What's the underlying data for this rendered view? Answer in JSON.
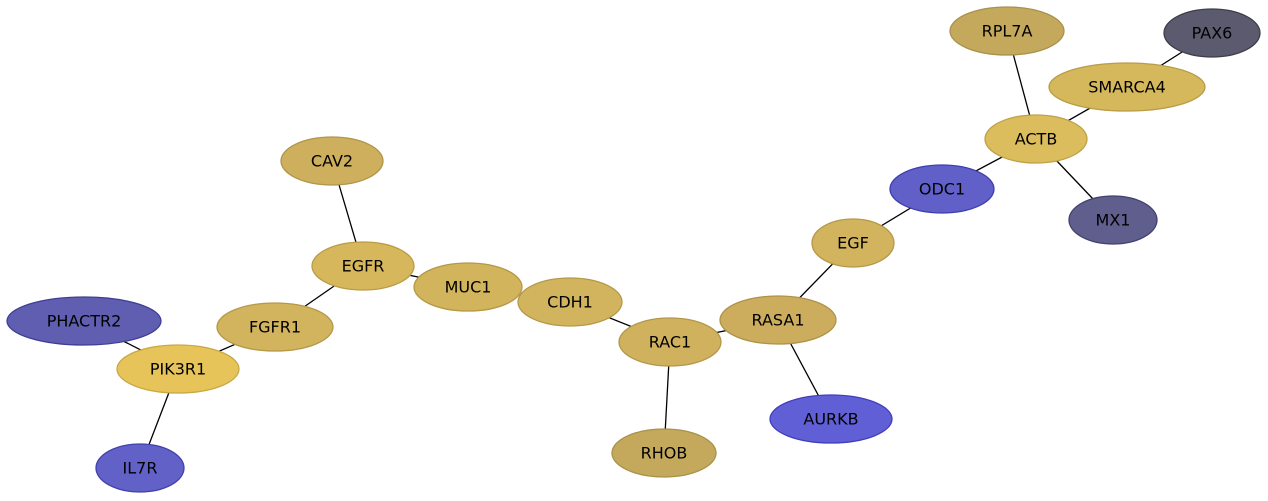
{
  "nodes": [
    {
      "id": "PAX6",
      "label": "PAX6",
      "fill": "#5c5a6e",
      "stroke": "#3e3d4a"
    },
    {
      "id": "RPL7A",
      "label": "RPL7A",
      "fill": "#c4a95c",
      "stroke": "#a89149"
    },
    {
      "id": "SMARCA4",
      "label": "SMARCA4",
      "fill": "#d5b85c",
      "stroke": "#b89c46"
    },
    {
      "id": "ACTB",
      "label": "ACTB",
      "fill": "#dbbd5e",
      "stroke": "#bfa148"
    },
    {
      "id": "ODC1",
      "label": "ODC1",
      "fill": "#6060c8",
      "stroke": "#3e3eb0"
    },
    {
      "id": "MX1",
      "label": "MX1",
      "fill": "#5f5e8c",
      "stroke": "#41406e"
    },
    {
      "id": "EGF",
      "label": "EGF",
      "fill": "#d2b45e",
      "stroke": "#b59848"
    },
    {
      "id": "CAV2",
      "label": "CAV2",
      "fill": "#cdaf5e",
      "stroke": "#b09448"
    },
    {
      "id": "EGFR",
      "label": "EGFR",
      "fill": "#d6b75c",
      "stroke": "#ba9b46"
    },
    {
      "id": "MUC1",
      "label": "MUC1",
      "fill": "#d2b45c",
      "stroke": "#b59846"
    },
    {
      "id": "CDH1",
      "label": "CDH1",
      "fill": "#d2b45e",
      "stroke": "#b59848"
    },
    {
      "id": "RASA1",
      "label": "RASA1",
      "fill": "#ccad5e",
      "stroke": "#af9248"
    },
    {
      "id": "PHACTR2",
      "label": "PHACTR2",
      "fill": "#5f5eb0",
      "stroke": "#3f3e96"
    },
    {
      "id": "FGFR1",
      "label": "FGFR1",
      "fill": "#d2b45e",
      "stroke": "#b59848"
    },
    {
      "id": "RAC1",
      "label": "RAC1",
      "fill": "#d0b25e",
      "stroke": "#b39648"
    },
    {
      "id": "PIK3R1",
      "label": "PIK3R1",
      "fill": "#e6c45a",
      "stroke": "#c9a844"
    },
    {
      "id": "AURKB",
      "label": "AURKB",
      "fill": "#615fd6",
      "stroke": "#403ebc"
    },
    {
      "id": "IL7R",
      "label": "IL7R",
      "fill": "#6261c8",
      "stroke": "#4040ae"
    },
    {
      "id": "RHOB",
      "label": "RHOB",
      "fill": "#c4a95c",
      "stroke": "#a89149"
    }
  ],
  "edges": [
    [
      "PAX6",
      "SMARCA4"
    ],
    [
      "RPL7A",
      "ACTB"
    ],
    [
      "SMARCA4",
      "ACTB"
    ],
    [
      "ACTB",
      "ODC1"
    ],
    [
      "ACTB",
      "MX1"
    ],
    [
      "ODC1",
      "EGF"
    ],
    [
      "EGF",
      "RASA1"
    ],
    [
      "CAV2",
      "EGFR"
    ],
    [
      "EGFR",
      "MUC1"
    ],
    [
      "EGFR",
      "FGFR1"
    ],
    [
      "MUC1",
      "CDH1"
    ],
    [
      "CDH1",
      "RAC1"
    ],
    [
      "RASA1",
      "RAC1"
    ],
    [
      "RASA1",
      "AURKB"
    ],
    [
      "FGFR1",
      "PIK3R1"
    ],
    [
      "PHACTR2",
      "PIK3R1"
    ],
    [
      "PIK3R1",
      "IL7R"
    ],
    [
      "RAC1",
      "RHOB"
    ]
  ]
}
